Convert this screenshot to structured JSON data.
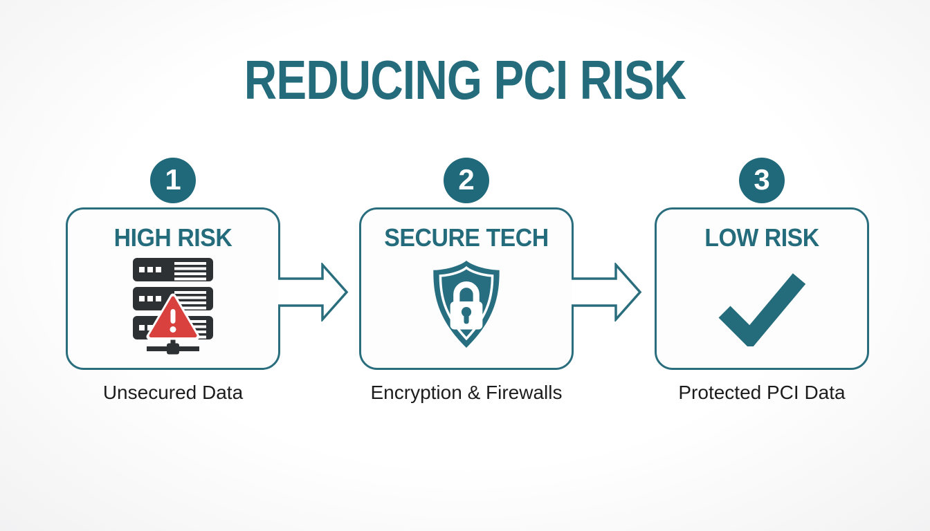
{
  "title": "REDUCING PCI RISK",
  "steps": [
    {
      "number": "1",
      "heading": "HIGH RISK",
      "caption": "Unsecured Data",
      "icon": "server-warning-icon"
    },
    {
      "number": "2",
      "heading": "SECURE TECH",
      "caption": "Encryption & Firewalls",
      "icon": "shield-lock-icon"
    },
    {
      "number": "3",
      "heading": "LOW RISK",
      "caption": "Protected PCI Data",
      "icon": "checkmark-icon"
    }
  ],
  "arrows": [
    {
      "icon": "arrow-right-icon"
    },
    {
      "icon": "arrow-right-icon"
    }
  ],
  "colors": {
    "teal": "#246c7c",
    "badge_teal": "#20697a",
    "server_dark": "#2d3134",
    "alert_red": "#d8413d",
    "caption_text": "#1c1c1c",
    "background": "#fbfbfc"
  }
}
